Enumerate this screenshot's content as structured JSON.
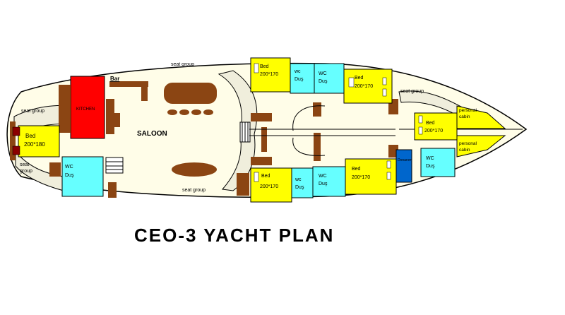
{
  "title": "CEO-3  YACHT  PLAN",
  "colors": {
    "hull_fill": "#fffde8",
    "hull_stroke": "#000000",
    "cabin_yellow": "#ffff00",
    "wc_cyan": "#66ffff",
    "kitchen_red": "#ff0000",
    "blue_room": "#0066cc",
    "wood_brown": "#8b4513",
    "seat_beige": "#f0eedc"
  },
  "labels": {
    "saloon": "SALOON",
    "bar": "Bar",
    "kitchen": "KITCHEN",
    "seat_group": "seat group",
    "bed": "Bed",
    "bed_200_180": "200*180",
    "bed_200_170": "200*170",
    "bed_200_170_b": "200*170",
    "wc": "WC",
    "wc_lower": "wc",
    "dus": "Duş",
    "personal": "personal",
    "cabin": "cabin",
    "small_room": "Donanım"
  }
}
